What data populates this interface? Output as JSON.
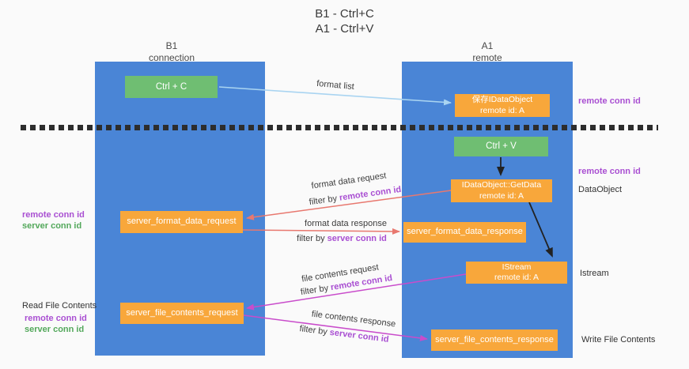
{
  "title": {
    "line1": "B1 - Ctrl+C",
    "line2": "A1 - Ctrl+V"
  },
  "lifelines": {
    "left": {
      "name": "B1",
      "role": "connection"
    },
    "right": {
      "name": "A1",
      "role": "remote"
    }
  },
  "nodes": {
    "ctrl_c": {
      "label": "Ctrl + C"
    },
    "save_idataobject": {
      "line1": "保存IDataObject",
      "line2": "remote id: A"
    },
    "ctrl_v": {
      "label": "Ctrl + V"
    },
    "getdata": {
      "line1": "IDataObject::GetData",
      "line2": "remote id: A"
    },
    "server_format_data_request": {
      "label": "server_format_data_request"
    },
    "server_format_data_response": {
      "label": "server_format_data_response"
    },
    "istream": {
      "line1": "IStream",
      "line2": "remote id: A"
    },
    "server_file_contents_request": {
      "label": "server_file_contents_request"
    },
    "server_file_contents_response": {
      "label": "server_file_contents_response"
    }
  },
  "flow_labels": {
    "format_list": "format list",
    "format_data_request": "format data request",
    "format_data_response": "format data response",
    "file_contents_request": "file contents request",
    "file_contents_response": "file contents response",
    "filter_prefix": "filter by ",
    "remote_conn_id": "remote conn id",
    "server_conn_id": "server conn id"
  },
  "side_labels": {
    "remote_conn_id": "remote conn id",
    "server_conn_id": "server conn id",
    "read_file_contents": "Read File Contents",
    "write_file_contents": "Write File Contents",
    "data_object": "DataObject",
    "istream": "Istream"
  },
  "colors": {
    "background": "#fafafa",
    "column_blue": "#4a85d6",
    "node_green": "#6fbe72",
    "node_orange": "#f8a73b",
    "arrow_light_blue": "#a9d4f1",
    "arrow_red": "#e8786f",
    "arrow_magenta": "#c94ccb",
    "arrow_black": "#222222",
    "text_purple": "#a94fd2",
    "text_green": "#53a85b",
    "dashed_line": "#2d2d2d"
  }
}
